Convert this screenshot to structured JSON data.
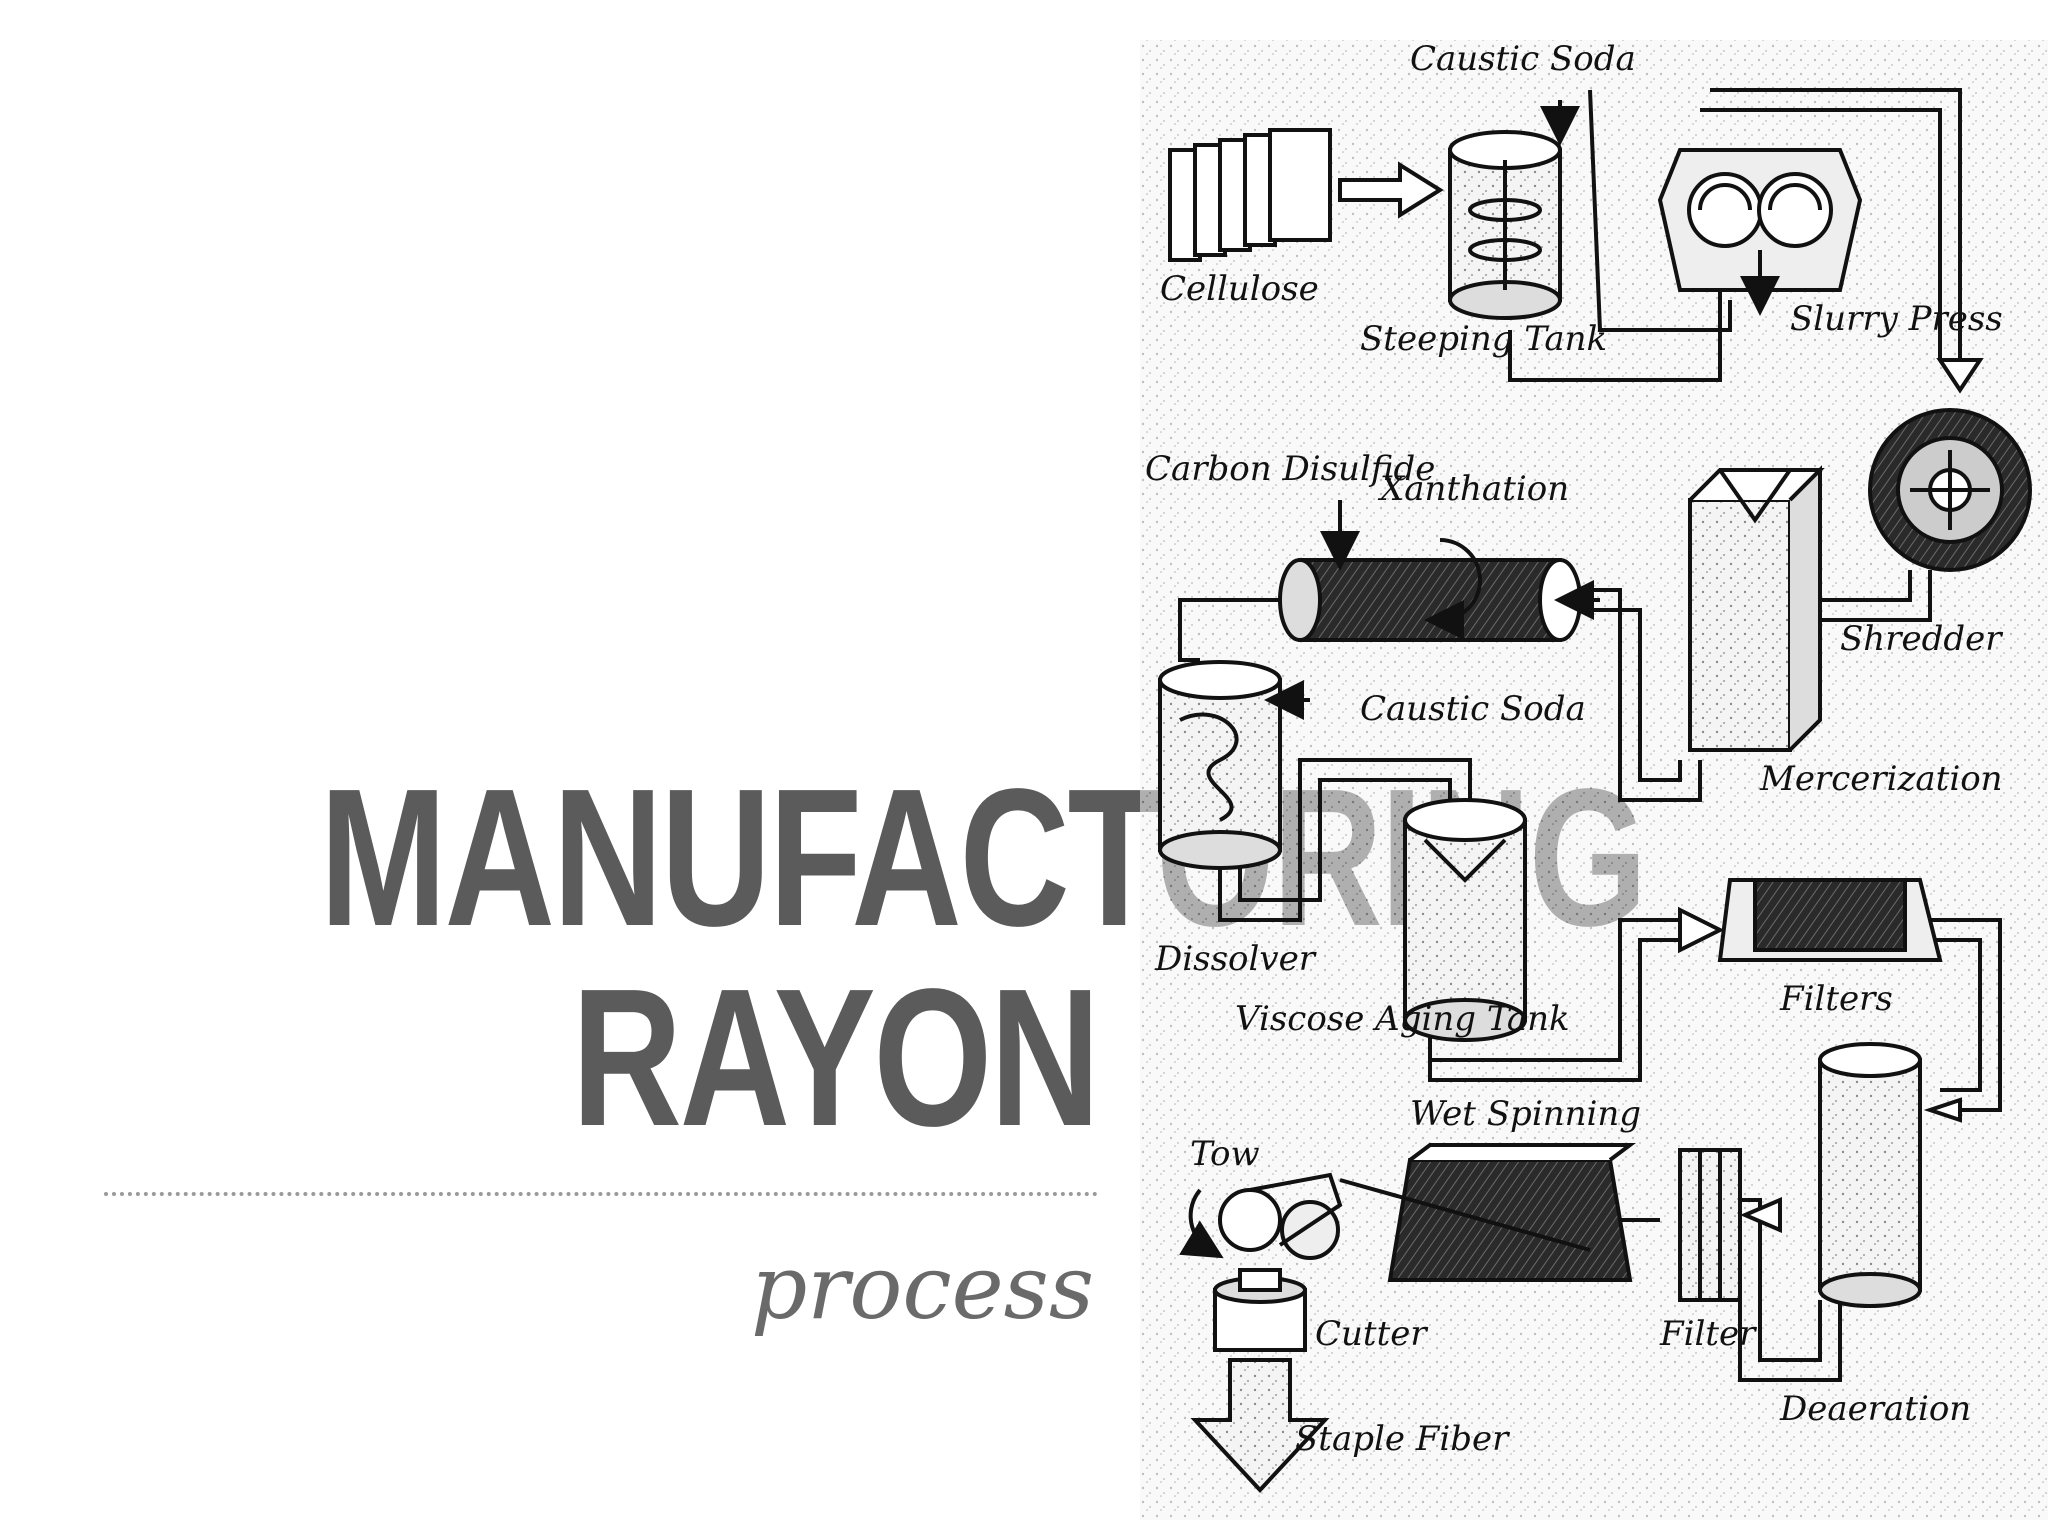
{
  "slide": {
    "title_line1": "MANUFACTORING",
    "title_line2": "RAYON",
    "subtitle": "process"
  },
  "diagram": {
    "labels": {
      "caustic_soda_top": "Caustic Soda",
      "cellulose": "Cellulose",
      "steeping_tank": "Steeping Tank",
      "slurry_press": "Slurry Press",
      "shredder": "Shredder",
      "carbon_disulfide": "Carbon Disulfide",
      "xanthation": "Xanthation",
      "caustic_soda_mid": "Caustic Soda",
      "mercerization": "Mercerization",
      "dissolver": "Dissolver",
      "viscose_aging_tank": "Viscose Aging Tank",
      "filters": "Filters",
      "wet_spinning": "Wet Spinning",
      "tow": "Tow",
      "cutter": "Cutter",
      "filter": "Filter",
      "deaeration": "Deaeration",
      "staple_fiber": "Staple Fiber"
    }
  }
}
